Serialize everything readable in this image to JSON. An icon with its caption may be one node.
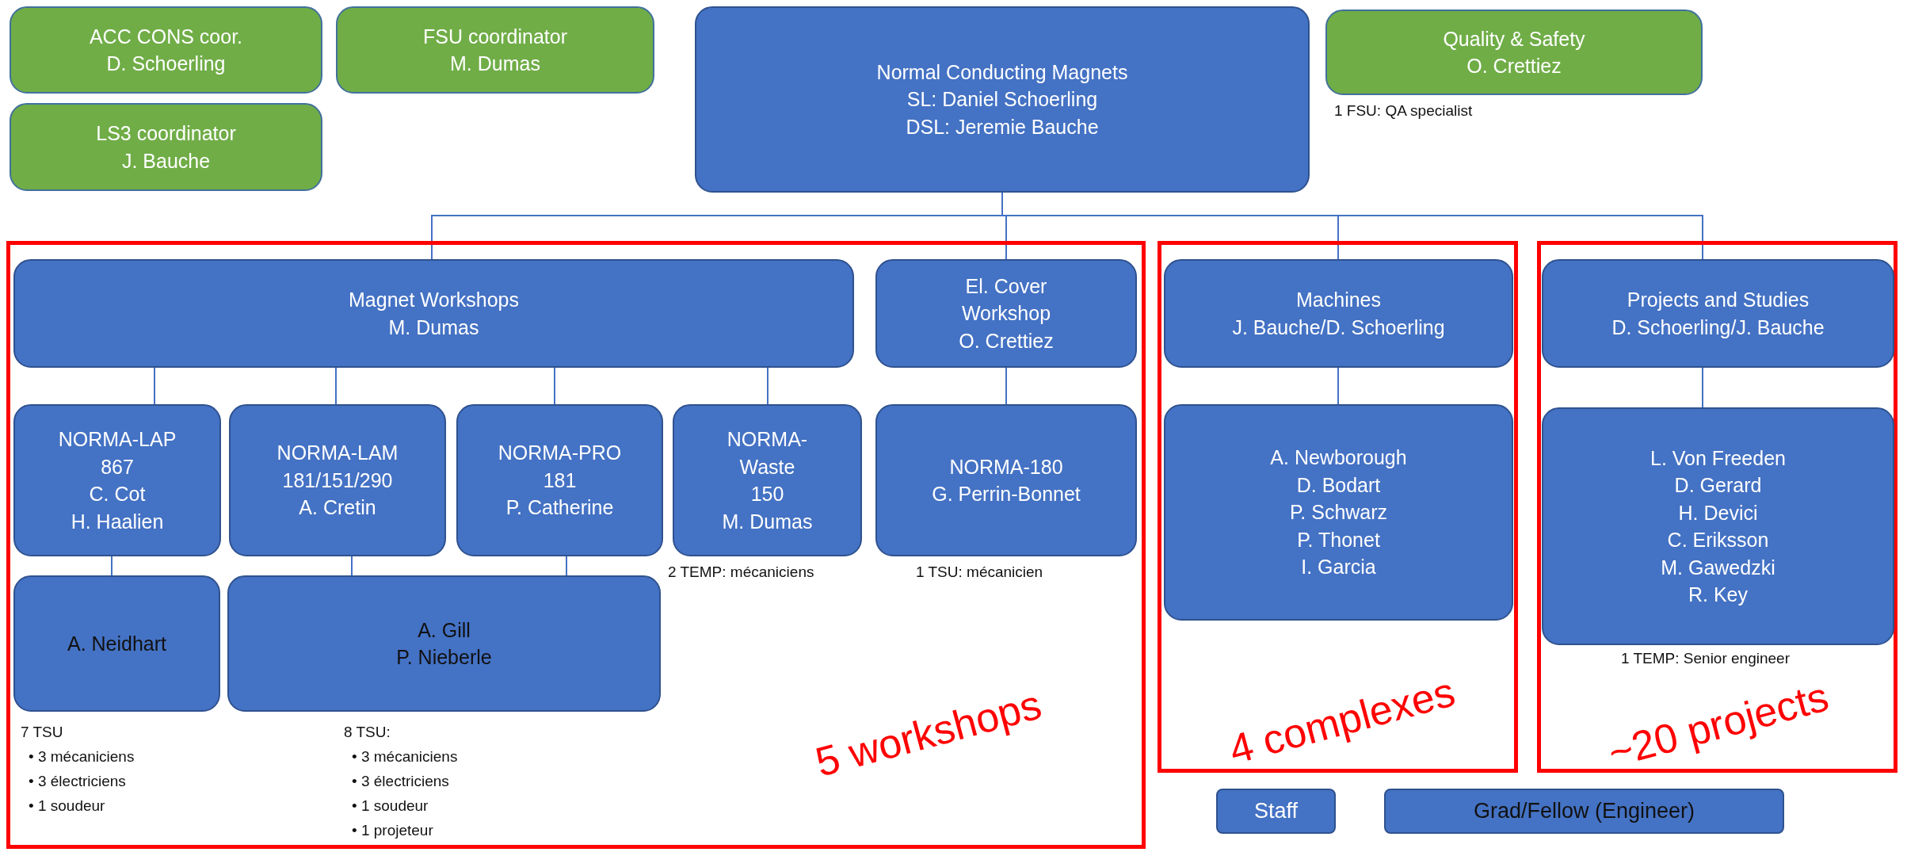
{
  "diagram": {
    "nodes": [
      {
        "text": [
          "ACC CONS coor.",
          "D. Schoerling"
        ]
      },
      {
        "text": [
          "FSU coordinator",
          "M. Dumas"
        ]
      },
      {
        "text": [
          "LS3 coordinator",
          "J. Bauche"
        ]
      },
      {
        "text": [
          "Normal Conducting Magnets",
          "SL: Daniel Schoerling",
          "DSL: Jeremie Bauche"
        ]
      },
      {
        "text": [
          "Quality & Safety",
          "O. Crettiez"
        ],
        "beside": [
          "1 FSU: QA specialist"
        ]
      },
      {
        "text": [
          "5 workshops"
        ]
      },
      {
        "text": [
          "Magnet Workshops",
          "M. Dumas"
        ],
        "in": 5
      },
      {
        "text": [
          "El. Cover Workshop",
          "O. Crettiez"
        ],
        "in": 5
      },
      {
        "text": [
          "NORMA-LAP",
          "867",
          "C. Cot",
          "H. Haalien"
        ],
        "in": 5
      },
      {
        "text": [
          "NORMA-LAM",
          "181/151/290",
          "A. Cretin"
        ],
        "in": 5
      },
      {
        "text": [
          "NORMA-PRO",
          "181",
          "P. Catherine"
        ],
        "in": 5
      },
      {
        "text": [
          "NORMA-Waste",
          "150",
          "M. Dumas"
        ],
        "in": 5,
        "beside": [
          "2 TEMP: mécaniciens"
        ]
      },
      {
        "text": [
          "NORMA-180",
          "G. Perrin-Bonnet"
        ],
        "in": 5,
        "beside": [
          "1 TSU: mécanicien"
        ]
      },
      {
        "text": [
          "A. Neidhart"
        ],
        "in": 5,
        "beside": [
          "7 TSU",
          "• 3 mécaniciens",
          "• 3 électriciens",
          "• 1 soudeur"
        ]
      },
      {
        "text": [
          "A. Gill",
          "P. Nieberle"
        ],
        "in": 5,
        "beside": [
          "8 TSU:",
          "• 3 mécaniciens",
          "• 3 électriciens",
          "• 1 soudeur",
          "• 1 projeteur"
        ]
      },
      {
        "text": [
          "4 complexes"
        ]
      },
      {
        "text": [
          "Machines",
          "J. Bauche/D. Schoerling"
        ],
        "in": 15
      },
      {
        "text": [
          "A. Newborough",
          "D. Bodart",
          "P. Schwarz",
          "P. Thonet",
          "I. Garcia"
        ],
        "in": 15
      },
      {
        "text": [
          "~20 projects"
        ]
      },
      {
        "text": [
          "Projects and Studies",
          "D. Schoerling/J. Bauche"
        ],
        "in": 18
      },
      {
        "text": [
          "L. Von Freeden",
          "D. Gerard",
          "H. Devici",
          "C. Eriksson",
          "M. Gawedzki",
          "R. Key"
        ],
        "in": 18,
        "beside": [
          "1 TEMP: Senior engineer"
        ]
      }
    ],
    "edges": [
      {
        "from": 3,
        "to": 6,
        "arrow": "none"
      },
      {
        "from": 3,
        "to": 7,
        "arrow": "none"
      },
      {
        "from": 3,
        "to": 16,
        "arrow": "none"
      },
      {
        "from": 3,
        "to": 19,
        "arrow": "none"
      },
      {
        "from": 6,
        "to": 8,
        "arrow": "none"
      },
      {
        "from": 6,
        "to": 9,
        "arrow": "none"
      },
      {
        "from": 6,
        "to": 10,
        "arrow": "none"
      },
      {
        "from": 6,
        "to": 11,
        "arrow": "none"
      },
      {
        "from": 7,
        "to": 12,
        "arrow": "none"
      },
      {
        "from": 8,
        "to": 13,
        "arrow": "none"
      },
      {
        "from": 9,
        "to": 14,
        "arrow": "none"
      },
      {
        "from": 10,
        "to": 14,
        "arrow": "none"
      },
      {
        "from": 16,
        "to": 17,
        "arrow": "none"
      },
      {
        "from": 19,
        "to": 20,
        "arrow": "none"
      }
    ],
    "legend": [
      {
        "text": "Staff",
        "color": "#4472c4"
      },
      {
        "text": "Grad/Fellow (Engineer)",
        "color": "#4472c4"
      }
    ]
  }
}
